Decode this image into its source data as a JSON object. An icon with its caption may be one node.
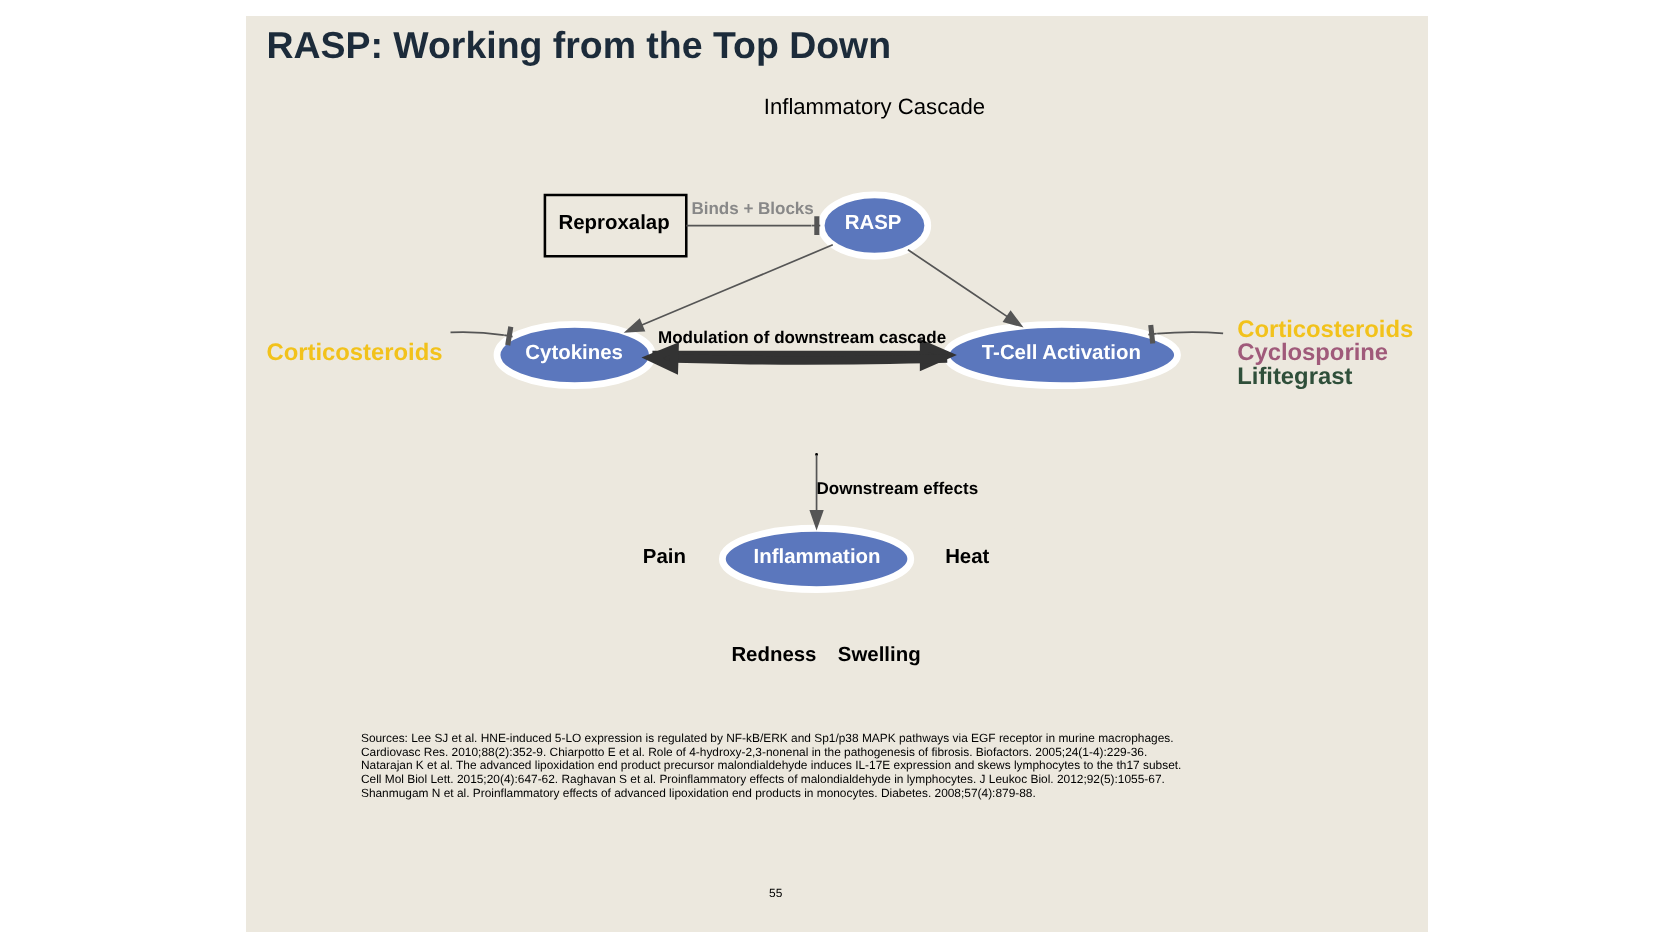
{
  "diagram": {
    "title": "RASP: Working from the Top Down",
    "nodes": [
      {
        "text": [
          "RASP"
        ]
      },
      {
        "text": [
          "Reproxalap"
        ]
      },
      {
        "text": [
          "Cytokines"
        ]
      },
      {
        "text": [
          "T-Cell Activation"
        ]
      },
      {
        "text": [
          "Inflammation"
        ],
        "beside": [
          "Pain",
          "Heat",
          "Redness",
          "Swelling"
        ]
      },
      {
        "text": [
          "Corticosteroids"
        ]
      },
      {
        "text": [
          "Corticosteroids",
          "Cyclosporine",
          "Lifitegrast"
        ]
      }
    ],
    "edges": [
      {
        "from": 1,
        "to": 0,
        "arrow": "other",
        "label": "Binds + Blocks"
      },
      {
        "from": 0,
        "to": 2,
        "arrow": "to"
      },
      {
        "from": 0,
        "to": 3,
        "arrow": "to"
      },
      {
        "from": 2,
        "to": 3,
        "arrow": "to",
        "style": "thick",
        "label": "Modulation of downstream cascade"
      },
      {
        "from": 3,
        "to": 2,
        "arrow": "to",
        "style": "thick"
      },
      {
        "from": 5,
        "to": 2,
        "arrow": "other"
      },
      {
        "from": 6,
        "to": 3,
        "arrow": "other"
      },
      {
        "from": null,
        "to": 4,
        "arrow": "to",
        "label": "Downstream effects"
      }
    ],
    "labels": [
      "Inflammatory Cascade",
      "Sources: Lee SJ et al. HNE-induced 5-LO expression is regulated by NF-kB/ERK and Sp1/p38 MAPK pathways via EGF receptor in murine macrophages. Cardiovasc Res. 2010;88(2):352-9. Chiarpotto E et al. Role of 4-hydroxy-2,3-nonenal in the pathogenesis of fibrosis. Biofactors. 2005;24(1-4):229-36. Natarajan K et al. The advanced lipoxidation end product precursor malondialdehyde induces IL-17E expression and skews lymphocytes to the th17 subset. Cell Mol Biol Lett. 2015;20(4):647-62. Raghavan S et al. Proinflammatory effects of malondialdehyde in lymphocytes. J Leukoc Biol. 2012;92(5):1055-67. Shanmugam N et al. Proinflammatory effects of advanced lipoxidation end products in monocytes. Diabetes. 2008;57(4):879-88.",
      "55"
    ]
  }
}
